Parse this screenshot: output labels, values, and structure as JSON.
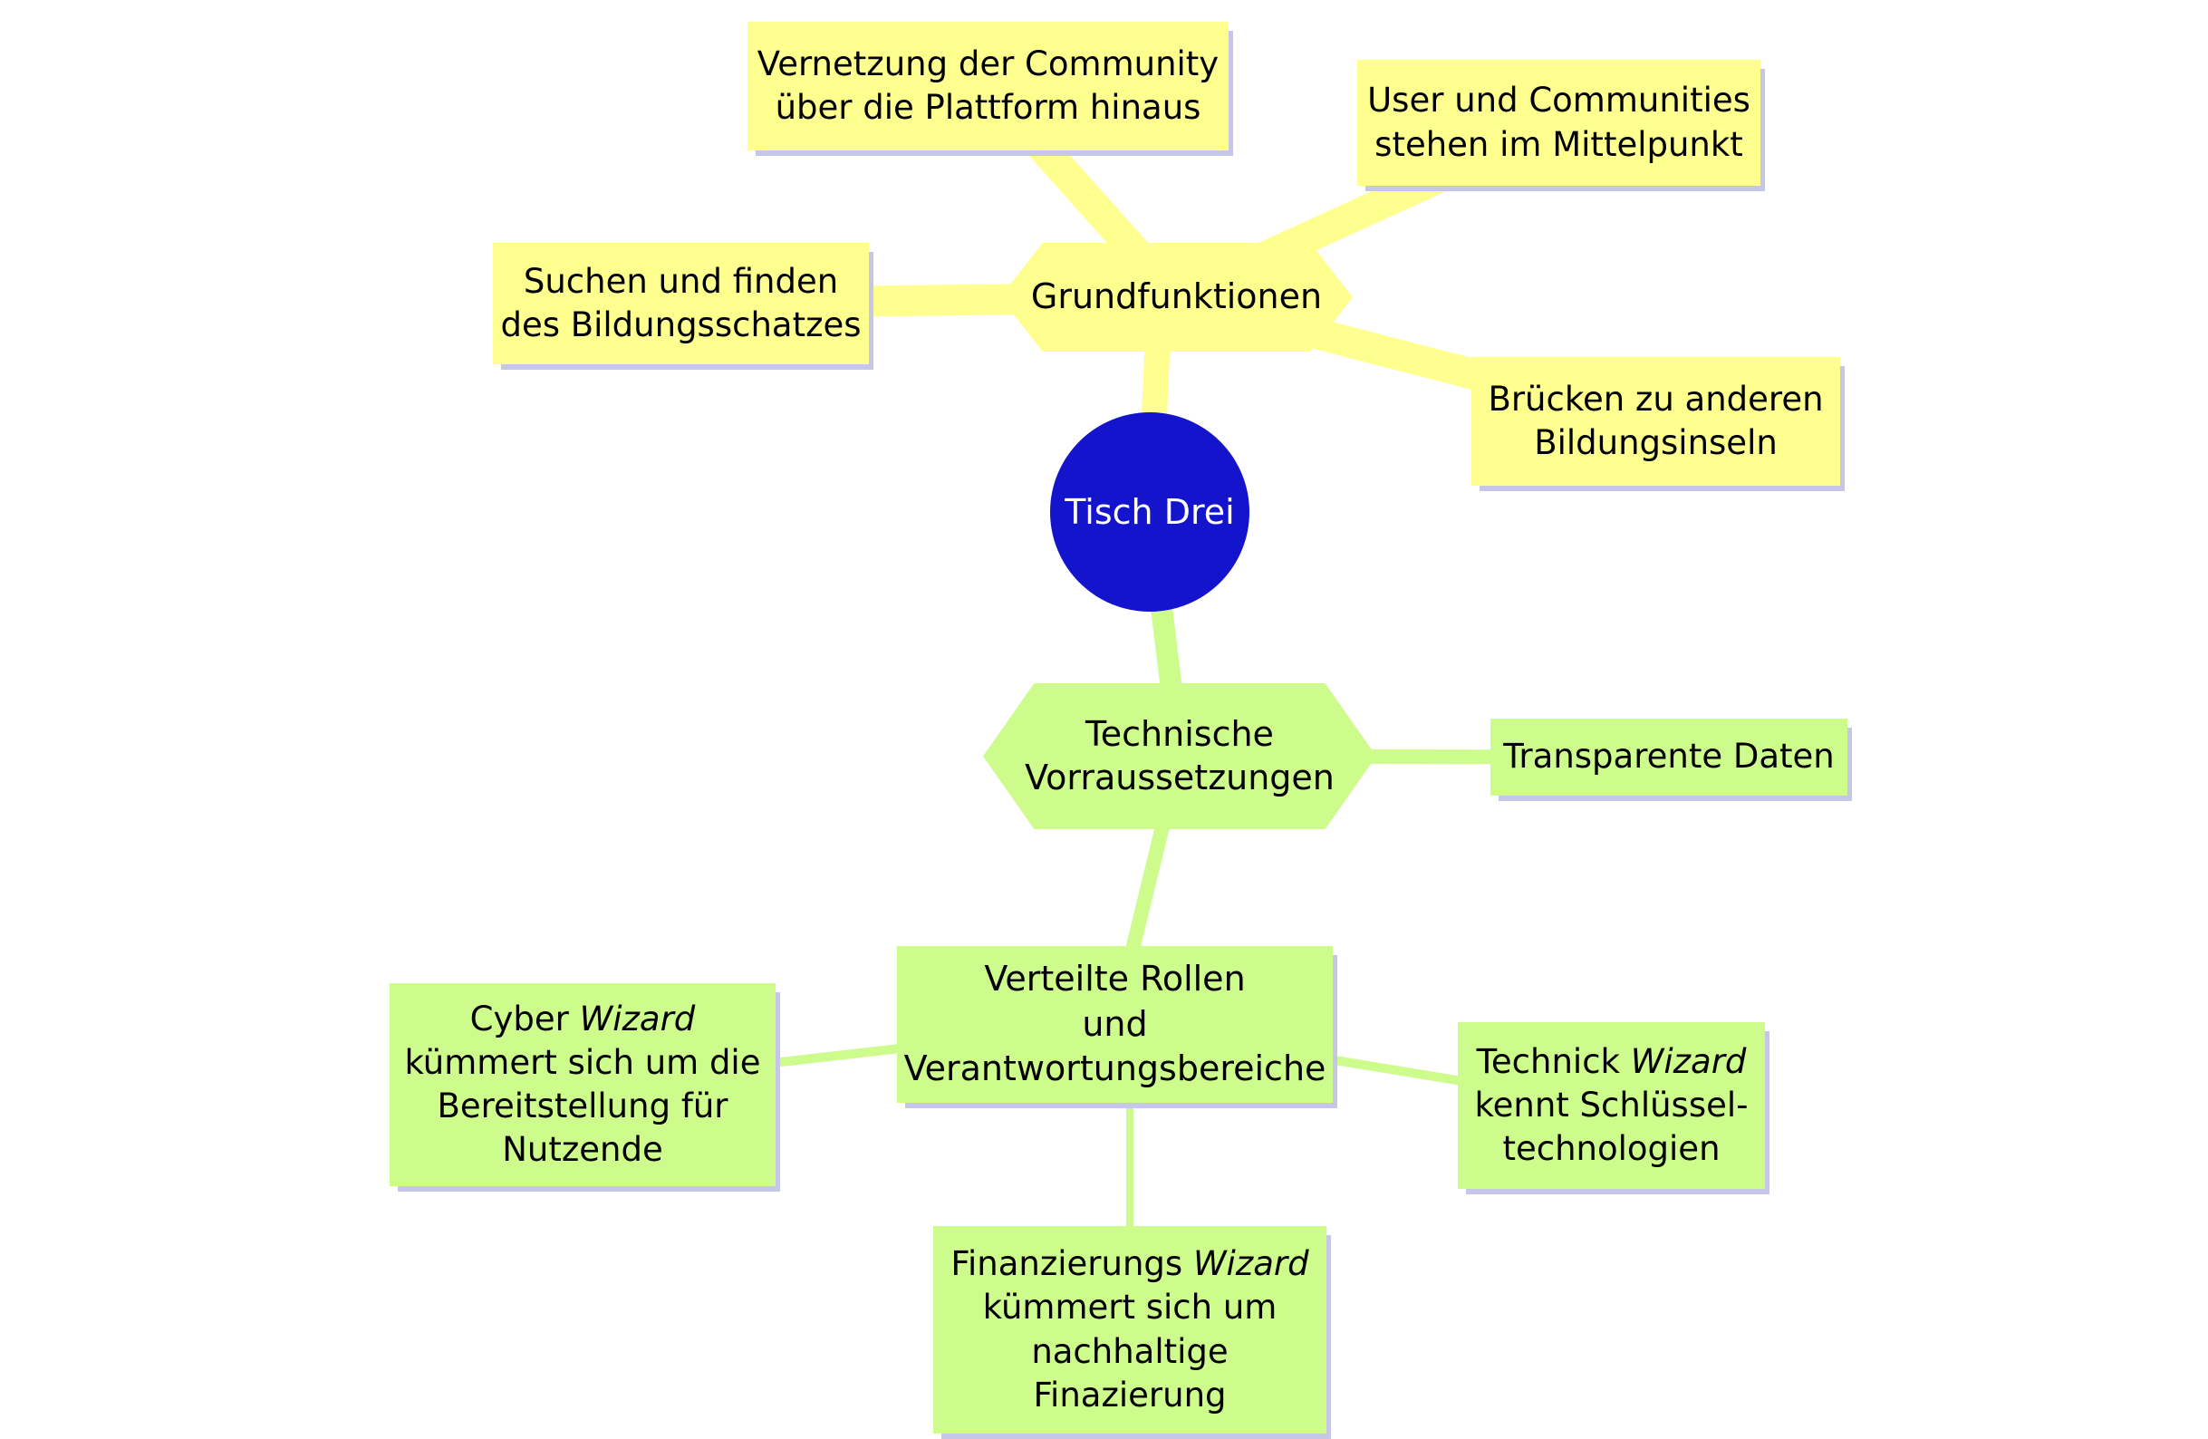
{
  "colors": {
    "branch_yellow": "#FFFF8F",
    "branch_green": "#CDFB8C",
    "root_blue": "#1414CC",
    "shadow_lavender": "#C6C6E8",
    "root_text": "#FFFFFF",
    "node_text": "#000000"
  },
  "nodes": {
    "root": {
      "label": "Tisch Drei"
    },
    "grundfunktionen": {
      "label": "Grundfunktionen"
    },
    "vernetzung": {
      "label": "Vernetzung der Community\nüber die Plattform hinaus"
    },
    "user_communities": {
      "label": "User und Communities\nstehen im Mittelpunkt"
    },
    "suchen_finden": {
      "label": "Suchen und finden\ndes Bildungsschatzes"
    },
    "bruecken": {
      "label": "Brücken zu anderen\nBildungsinseln"
    },
    "technische": {
      "label": "Technische\nVorraussetzungen"
    },
    "transparente": {
      "label": "Transparente Daten"
    },
    "verteilte": {
      "label": "Verteilte Rollen\nund\nVerantwortungsbereiche"
    },
    "cyber": {
      "prefix": "Cyber ",
      "italic": "Wizard",
      "suffix": "\nkümmert sich um die\nBereitstellung für\nNutzende"
    },
    "technick": {
      "prefix": "Technick ",
      "italic": "Wizard",
      "suffix": "\nkennt Schlüssel-\ntechnologien"
    },
    "finanzierungs": {
      "prefix": "Finanzierungs ",
      "italic": "Wizard",
      "suffix": "\nkümmert sich um\nnachhaltige\nFinazierung"
    }
  },
  "edges": [
    {
      "from": "grundfunktionen",
      "to": "vernetzung",
      "color": "#FFFF8F"
    },
    {
      "from": "grundfunktionen",
      "to": "user_communities",
      "color": "#FFFF8F"
    },
    {
      "from": "grundfunktionen",
      "to": "suchen_finden",
      "color": "#FFFF8F"
    },
    {
      "from": "grundfunktionen",
      "to": "bruecken",
      "color": "#FFFF8F"
    },
    {
      "from": "root",
      "to": "grundfunktionen",
      "color": "#FFFF8F"
    },
    {
      "from": "root",
      "to": "technische",
      "color": "#CDFB8C"
    },
    {
      "from": "technische",
      "to": "transparente",
      "color": "#CDFB8C"
    },
    {
      "from": "technische",
      "to": "verteilte",
      "color": "#CDFB8C"
    },
    {
      "from": "verteilte",
      "to": "cyber",
      "color": "#CDFB8C"
    },
    {
      "from": "verteilte",
      "to": "technick",
      "color": "#CDFB8C"
    },
    {
      "from": "verteilte",
      "to": "finanzierungs",
      "color": "#CDFB8C"
    }
  ]
}
